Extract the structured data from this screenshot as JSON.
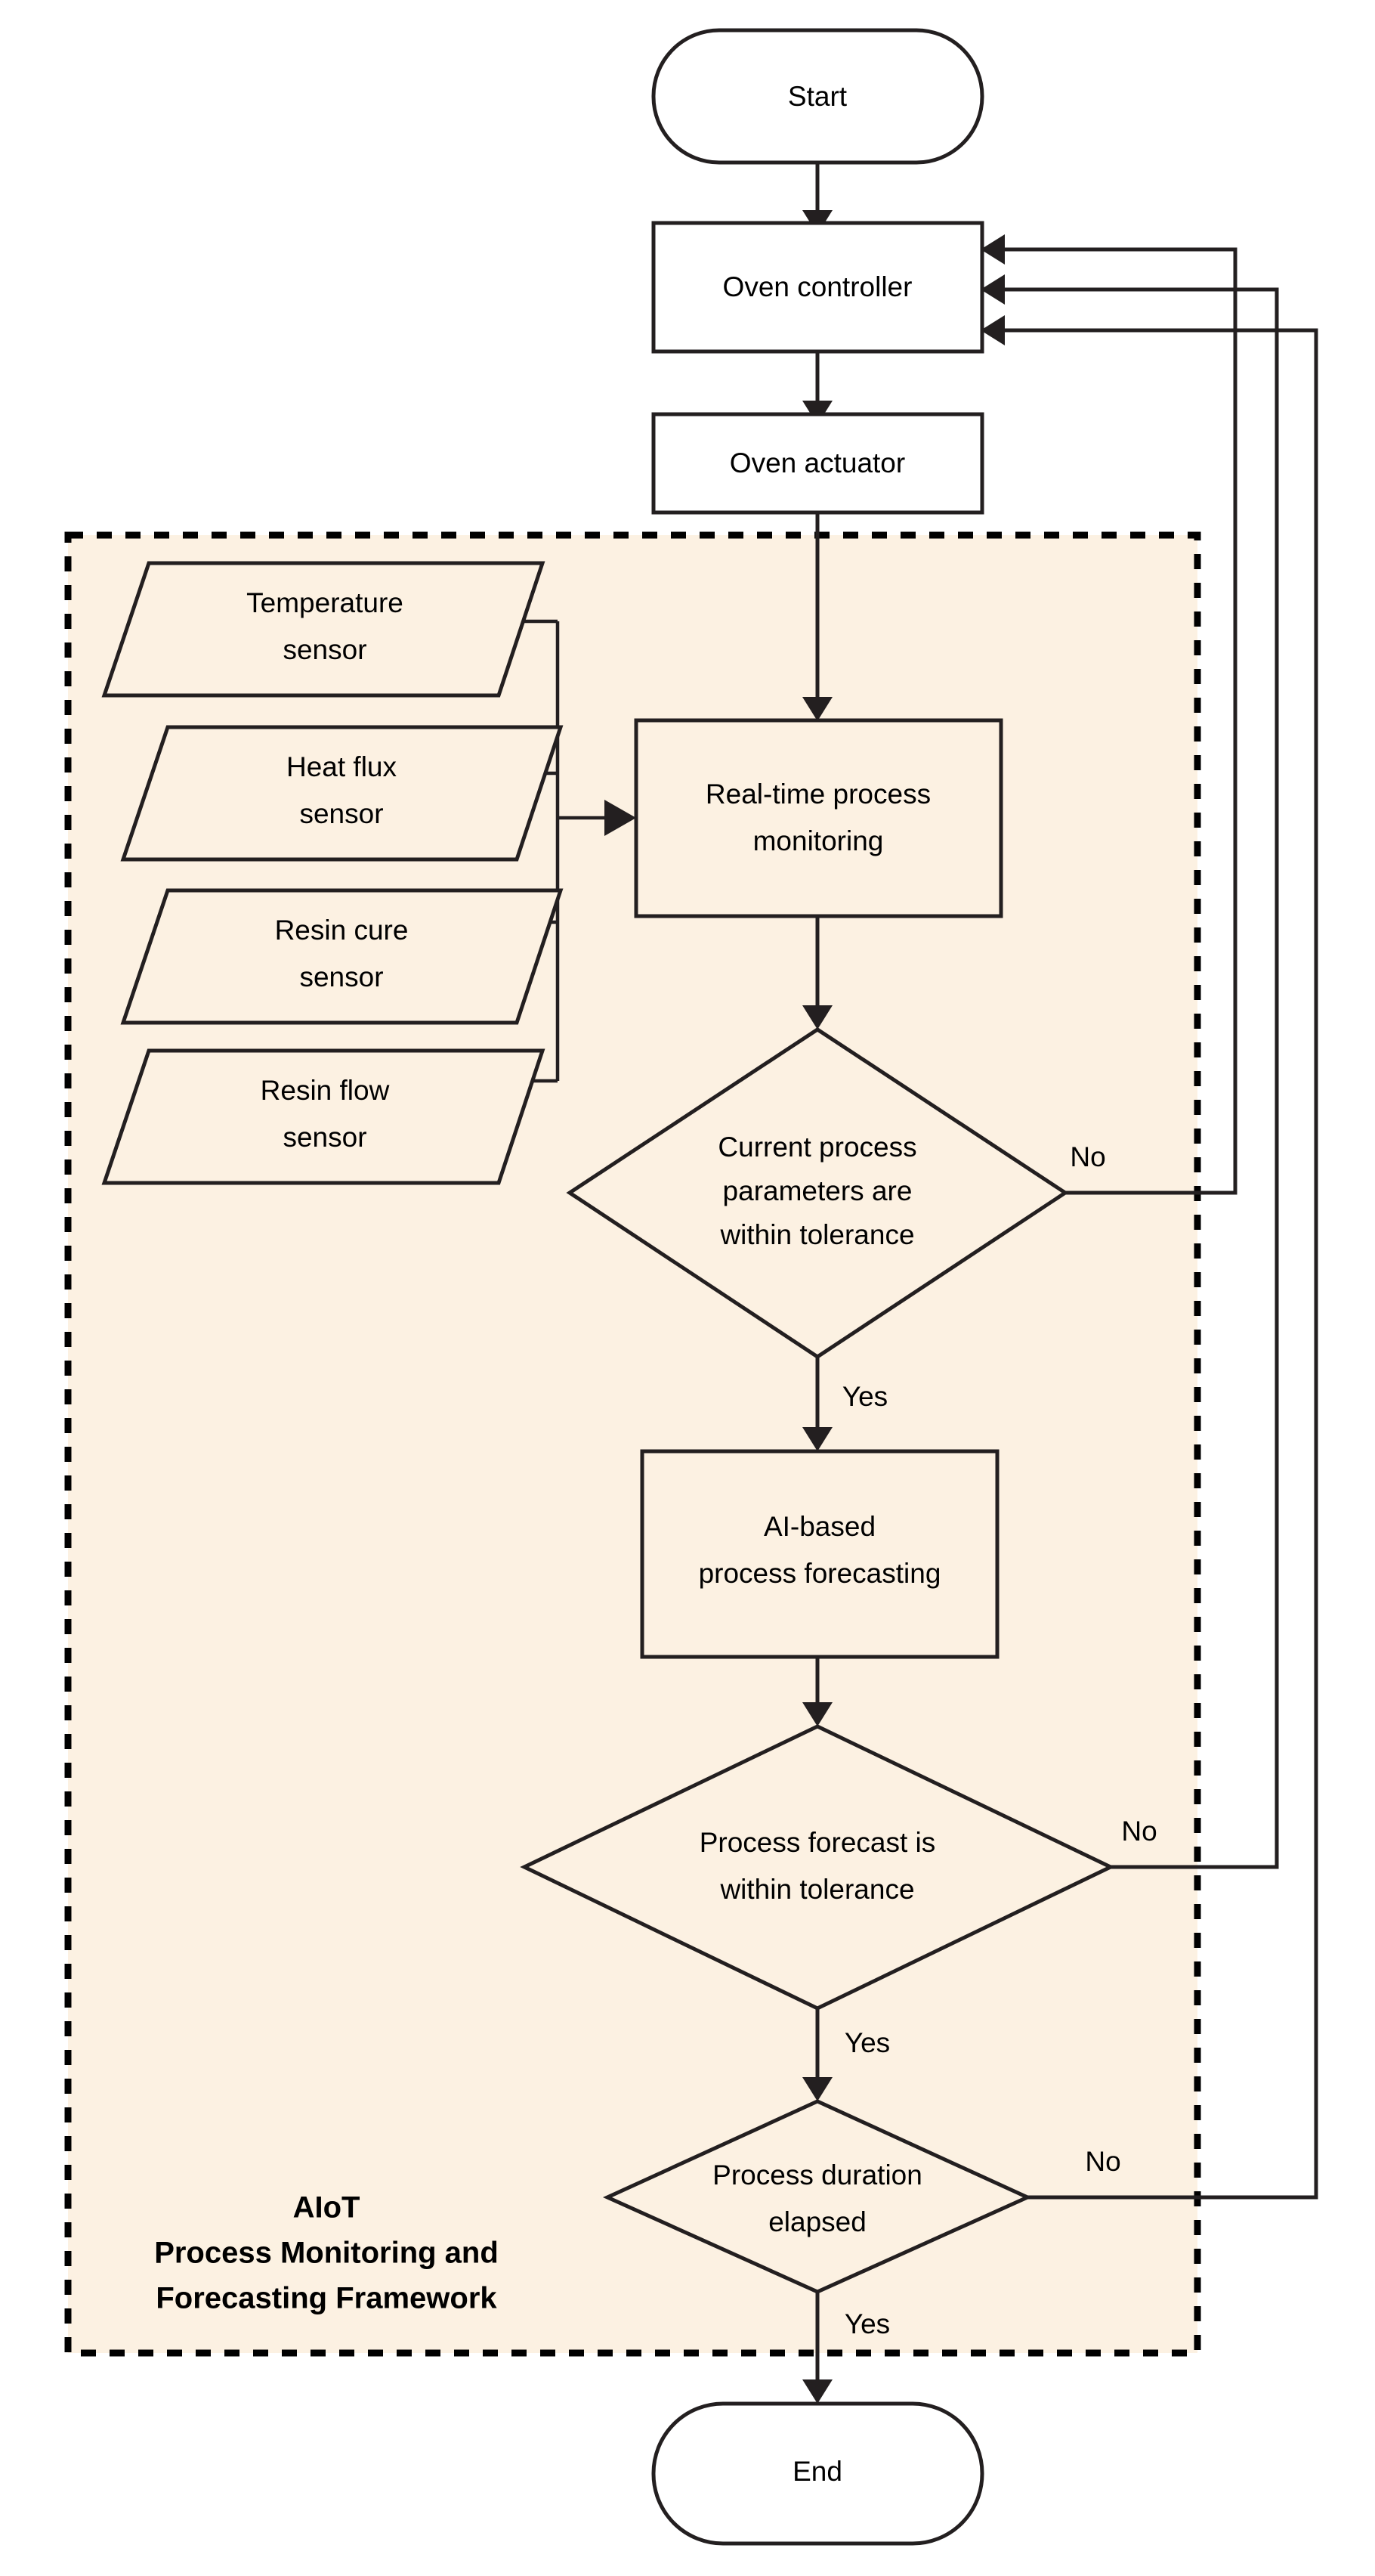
{
  "diagram": {
    "type": "flowchart",
    "title_label": "AIoT Process Monitoring and Forecasting Framework",
    "colors": {
      "framework_fill": "#fcf1e2",
      "node_fill_white": "#ffffff",
      "stroke": "#231f20",
      "text": "#000000",
      "page_background": "#ffffff"
    },
    "framework": {
      "label_lines": [
        "AIoT",
        "Process Monitoring and",
        "Forecasting Framework"
      ],
      "border_style": "dashed"
    },
    "nodes": {
      "start": {
        "label": "Start",
        "shape": "terminator"
      },
      "oven_controller": {
        "label": "Oven controller",
        "shape": "process"
      },
      "oven_actuator": {
        "label": "Oven actuator",
        "shape": "process"
      },
      "sensors": [
        {
          "label_lines": [
            "Temperature",
            "sensor"
          ],
          "shape": "data-parallelogram"
        },
        {
          "label_lines": [
            "Heat flux",
            "sensor"
          ],
          "shape": "data-parallelogram"
        },
        {
          "label_lines": [
            "Resin cure",
            "sensor"
          ],
          "shape": "data-parallelogram"
        },
        {
          "label_lines": [
            "Resin flow",
            "sensor"
          ],
          "shape": "data-parallelogram"
        }
      ],
      "realtime_monitoring": {
        "label_lines": [
          "Real-time process",
          "monitoring"
        ],
        "shape": "process"
      },
      "decision_params": {
        "label_lines": [
          "Current process",
          "parameters are",
          "within tolerance"
        ],
        "shape": "decision"
      },
      "ai_forecasting": {
        "label_lines": [
          "AI-based",
          "process forecasting"
        ],
        "shape": "process"
      },
      "decision_forecast": {
        "label_lines": [
          "Process forecast is",
          "within tolerance"
        ],
        "shape": "decision"
      },
      "decision_duration": {
        "label_lines": [
          "Process duration",
          "elapsed"
        ],
        "shape": "decision"
      },
      "end": {
        "label": "End",
        "shape": "terminator"
      }
    },
    "edge_labels": {
      "params_no": "No",
      "params_yes": "Yes",
      "forecast_no": "No",
      "forecast_yes": "Yes",
      "duration_no": "No",
      "duration_yes": "Yes"
    }
  }
}
